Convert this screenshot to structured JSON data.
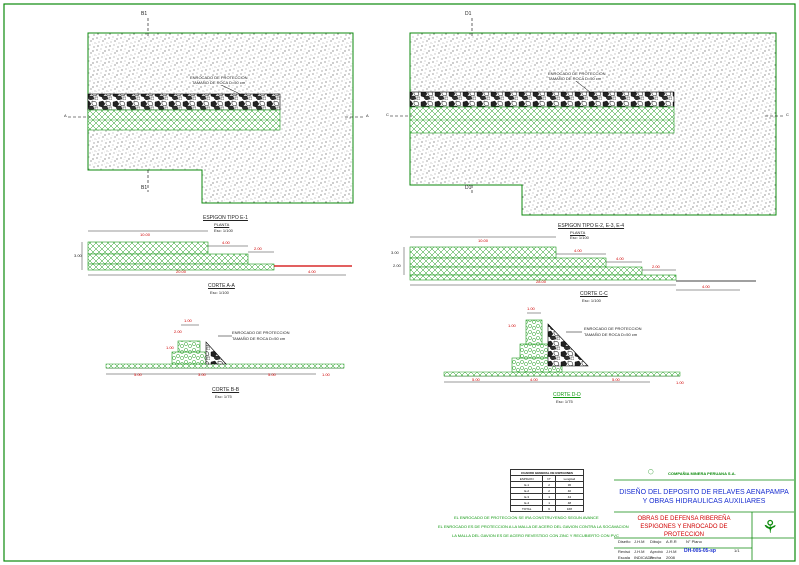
{
  "left_plan": {
    "section_marks_top": [
      "B",
      "1"
    ],
    "section_marks_bottom": [
      "B",
      "1"
    ],
    "side_marks": [
      "A",
      "A"
    ],
    "callout": [
      "ENROCADO DE PROTECCION",
      "TAMAÑO DE ROCA D=50 cm"
    ]
  },
  "right_plan": {
    "section_marks_top": [
      "D",
      "1"
    ],
    "section_marks_bottom": [
      "D",
      "1"
    ],
    "side_marks": [
      "C",
      "C"
    ],
    "callout": [
      "ENROCADO DE PROTECCION",
      "TAMAÑO DE ROCA D=50 cm"
    ]
  },
  "left_elevation": {
    "title": "ESPIGON TIPO E-1",
    "subtitle": "PLANTA",
    "scale": "Esc: 1/100",
    "dims": [
      "10.00",
      "4.00",
      "2.00",
      "20.00",
      "4.00"
    ],
    "height_dim": "3.00",
    "cut_title": "CORTE A-A",
    "cut_scale": "Esc: 1/100"
  },
  "right_elevation": {
    "title": "ESPIGON TIPO E-2, E-3, E-4",
    "subtitle": "PLANTA",
    "scale": "Esc: 1/100",
    "dims": [
      "10.00",
      "4.00",
      "4.00",
      "2.00",
      "28.00",
      "4.00"
    ],
    "height_dims": [
      "3.00",
      "2.00"
    ],
    "cut_title": "CORTE C-C",
    "cut_scale": "Esc: 1/100"
  },
  "left_section": {
    "top_dim": "1.00",
    "side_dims": [
      "2.00",
      "1.00"
    ],
    "callout": [
      "ENROCADO DE PROTECCION",
      "TAMAÑO DE ROCA D=50 cm"
    ],
    "base_dims": [
      "5.00",
      "3.00",
      "5.00"
    ],
    "end_dim": "1.00",
    "cut_title": "CORTE B-B",
    "cut_scale": "Esc: 1/75"
  },
  "right_section": {
    "top_dim": "1.00",
    "side_dim": "1.00",
    "callout": [
      "ENROCADO DE PROTECCION",
      "TAMAÑO DE ROCA D=50 cm"
    ],
    "base_dims": [
      "5.00",
      "4.00",
      "5.00"
    ],
    "end_dim": "1.00",
    "cut_title": "CORTE D-D",
    "cut_scale": "Esc: 1/75"
  },
  "quantities_table": {
    "title": "CUADRO GENERAL DE ESPIGONES",
    "headers": [
      "ESPIGON",
      "N°",
      "Longitud"
    ],
    "rows": [
      [
        "E-1",
        "2",
        "36"
      ],
      [
        "E-2",
        "2",
        "40"
      ],
      [
        "E-3",
        "1",
        "44"
      ],
      [
        "E-4",
        "1",
        "48"
      ],
      [
        "TOTAL",
        "6",
        "168"
      ]
    ]
  },
  "notes": [
    "EL ENROCADO DE PROTECCION SE IRA CONSTRUYENDO SEGUN AVANCE",
    "EL ENROCADO ES DE PROTECCION A LA MALLA DE ACERO DEL GAVION CONTRA LA SOCAVACION",
    "LA MALLA DEL GAVION ES DE ACERO REVESTIDO CON ZINC Y RECUBIERTO CON PVC"
  ],
  "title_block": {
    "company": "COMPAÑIA MINERA PERUANA S.A.",
    "project": "DISEÑO DEL DEPOSITO DE RELAVES AENAPAMPA Y OBRAS HIDRAULICAS AUXILIARES",
    "sheet_title": "OBRAS DE DEFENSA RIBEREÑA ESPIGONES Y ENROCADO DE PROTECCION",
    "plan_no_label": "N° Plano",
    "plan_no": "DH-005-05-sp",
    "sheet_no": "1/1",
    "labels": [
      "Diseño",
      "Dibujo",
      "Revisó",
      "Aprobó",
      "Escala",
      "Fecha"
    ],
    "values": [
      "J.H.M",
      "A.R.R",
      "J.H.M",
      "J.H.M",
      "INDICADA",
      "2008"
    ]
  },
  "colors": {
    "border": "#0c8a0c",
    "title_blue": "#1a2fd0",
    "sheet_title_red": "#d00000",
    "dimension_red": "#d00000",
    "gabion_green": "#1a9a1a"
  }
}
